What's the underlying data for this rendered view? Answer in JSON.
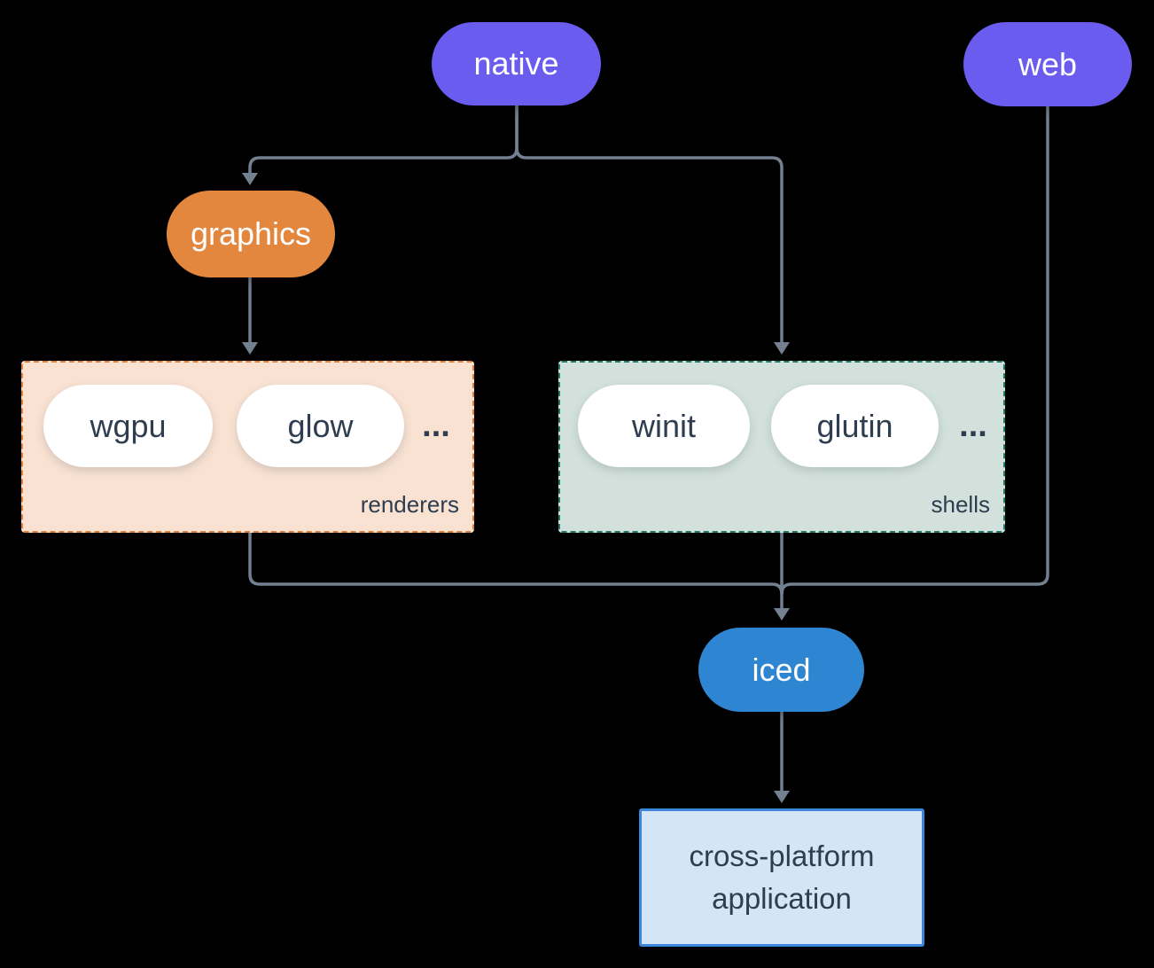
{
  "colors": {
    "background": "#000000",
    "edge": "#72808f",
    "native_web_fill": "#6a5cee",
    "graphics_fill": "#e2873d",
    "iced_fill": "#2e86d3",
    "renderers_fill": "#f9e2d2",
    "renderers_border": "#e0813b",
    "shells_fill": "#d2e1db",
    "shells_border": "#20796a",
    "chip_fill": "#ffffff",
    "application_fill": "#d4e5f7",
    "application_border": "#3a87db",
    "dark_text": "#2e3d4f",
    "light_text": "#ffffff"
  },
  "nodes": {
    "native": {
      "label": "native"
    },
    "web": {
      "label": "web"
    },
    "graphics": {
      "label": "graphics"
    },
    "iced": {
      "label": "iced"
    },
    "application": {
      "line1": "cross-platform",
      "line2": "application"
    }
  },
  "groups": {
    "renderers": {
      "label": "renderers",
      "items": [
        {
          "label": "wgpu"
        },
        {
          "label": "glow"
        }
      ],
      "ellipsis": "..."
    },
    "shells": {
      "label": "shells",
      "items": [
        {
          "label": "winit"
        },
        {
          "label": "glutin"
        }
      ],
      "ellipsis": "..."
    }
  }
}
